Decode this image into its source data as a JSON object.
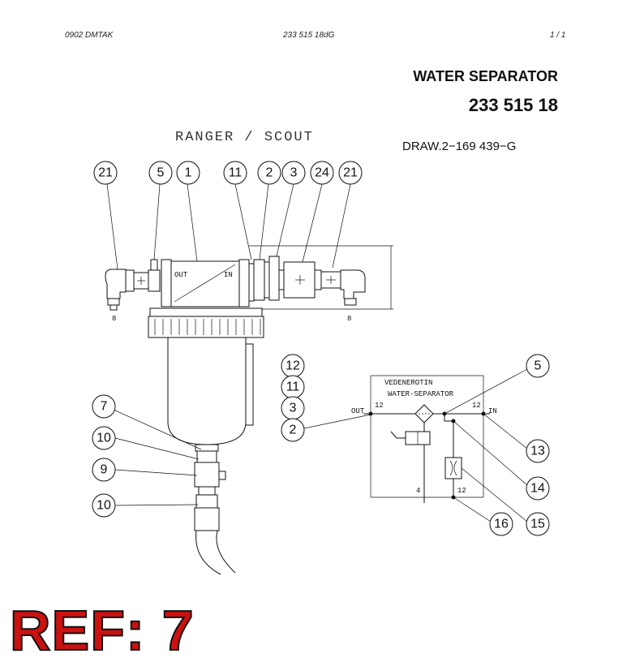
{
  "header": {
    "left": "0902   DMTAK",
    "center": "233 515 18dG",
    "right": "1 /  1"
  },
  "title": "WATER SEPARATOR",
  "part_number": "233 515 18",
  "drawing_ref": "DRAW.2−169 439−G",
  "ref_label": "REF: 7",
  "diagram": {
    "subtitle": "RANGER / SCOUT",
    "top_bubbles": [
      "21",
      "5",
      "1",
      "11",
      "2",
      "3",
      "24",
      "21"
    ],
    "left_bubbles": [
      "7",
      "10",
      "9",
      "10"
    ],
    "mid_bubbles": [
      "12",
      "11",
      "3",
      "2"
    ],
    "right_bubbles": [
      "5",
      "13",
      "14",
      "15",
      "16"
    ],
    "fitting_labels": [
      "8",
      "8"
    ],
    "housing_labels": {
      "out": "OUT",
      "in": "IN"
    },
    "schematic": {
      "title_line1": "VEDENEROTIN",
      "title_line2": "WATER-SEPARATOR",
      "out": "OUT",
      "in": "IN",
      "size_12_left": "12",
      "size_12_right": "12",
      "size_4": "4",
      "size_12_bottom": "12"
    }
  }
}
